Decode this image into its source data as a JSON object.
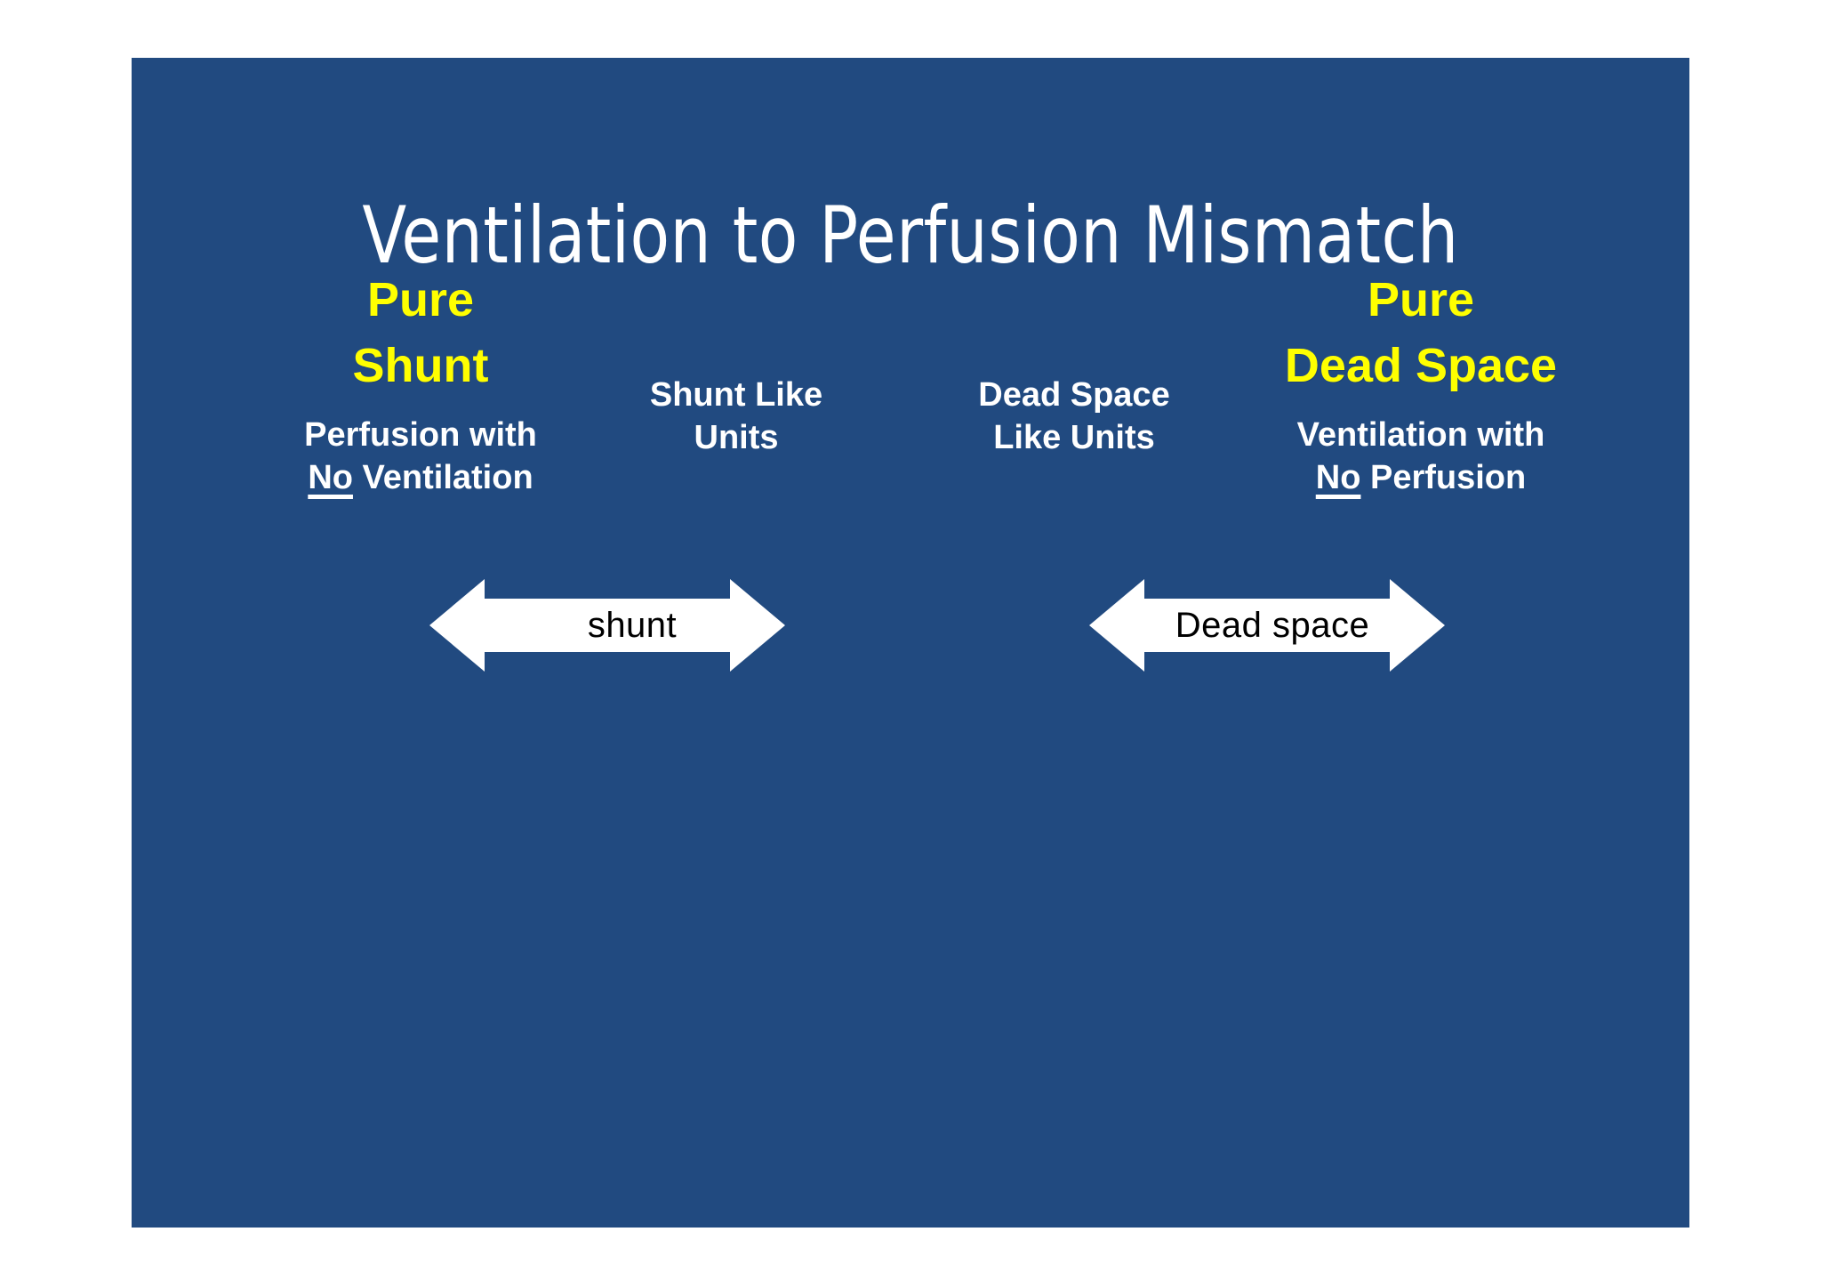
{
  "slide": {
    "background_color": "#214a80",
    "title": "Ventilation to Perfusion Mismatch",
    "accent_color": "#ffff00",
    "text_color": "#ffffff",
    "arrow_fill": "#ffffff",
    "arrow_label_color": "#000000"
  },
  "columns": [
    {
      "id": "pure-shunt",
      "headline_line1": "Pure",
      "headline_line2": "Shunt",
      "sub_line1": "Perfusion with",
      "sub_line2_emphasis": "No",
      "sub_line2_rest": " Ventilation"
    },
    {
      "id": "shunt-like",
      "sub_line1": "Shunt Like",
      "sub_line2": "Units"
    },
    {
      "id": "deadspace-like",
      "sub_line1": "Dead Space",
      "sub_line2": "Like Units"
    },
    {
      "id": "pure-deadspace",
      "headline_line1": "Pure",
      "headline_line2": "Dead Space",
      "sub_line1": "Ventilation with",
      "sub_line2_emphasis": "No",
      "sub_line2_rest": " Perfusion"
    }
  ],
  "arrows": [
    {
      "id": "shunt",
      "label": "shunt"
    },
    {
      "id": "deadspace",
      "label": "Dead space"
    }
  ]
}
